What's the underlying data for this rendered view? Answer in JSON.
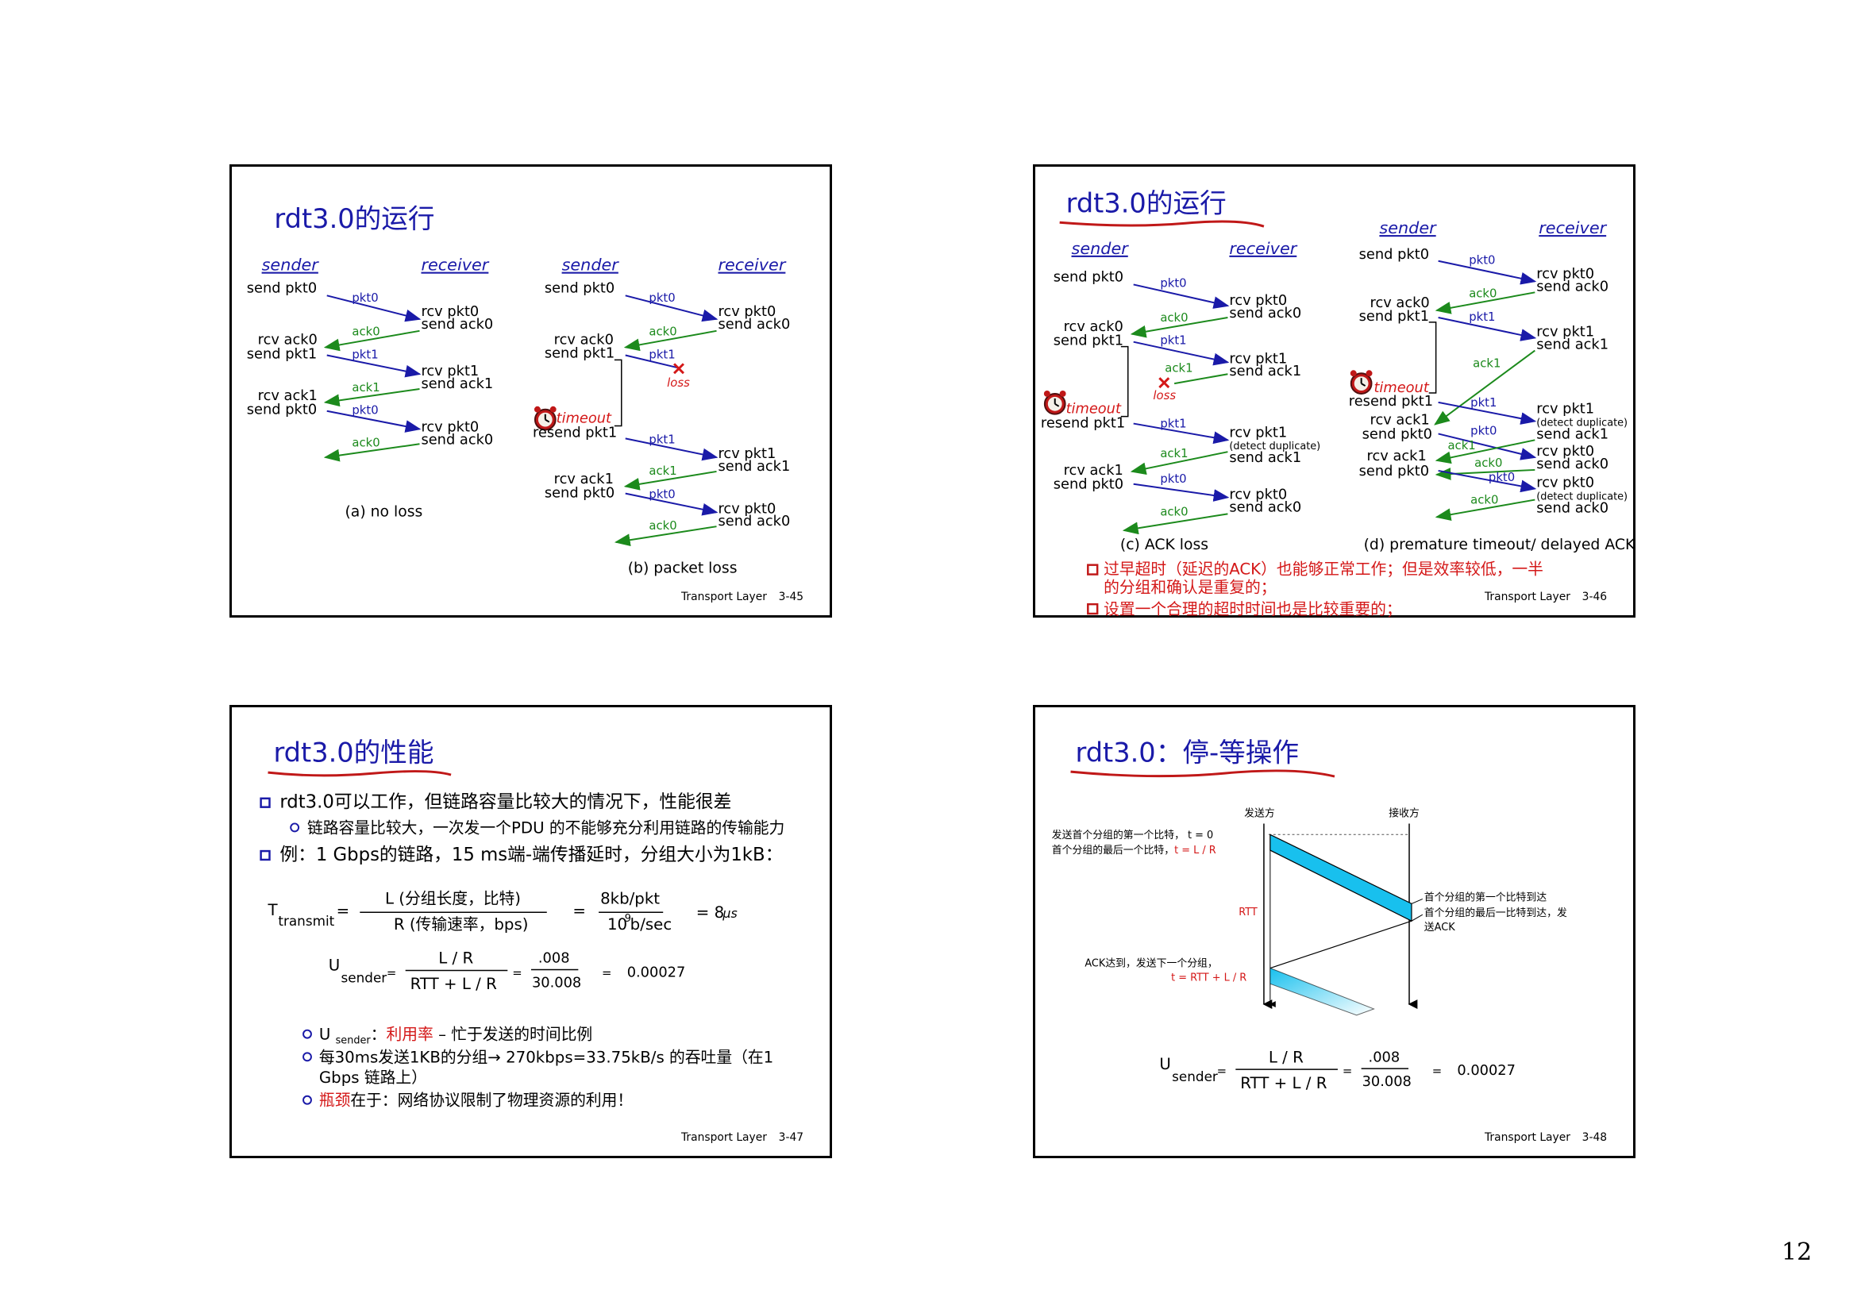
{
  "page_number": "12",
  "colors": {
    "title": "#1a1aa8",
    "pkt": "#1a1aa8",
    "ack": "#1c8a1c",
    "red": "#d41818",
    "band": "#18c0ee"
  },
  "icons": [
    "alarm-clock-icon",
    "loss-x-icon",
    "checkbox-bullet-icon",
    "circle-bullet-icon"
  ],
  "s45": {
    "title": "rdt3.0的运行",
    "footer_name": "Transport Layer",
    "footer_num": "3-45",
    "sender": "sender",
    "receiver": "receiver",
    "a": {
      "caption": "(a) no loss",
      "left": [
        "send pkt0",
        "rcv ack0",
        "send pkt1",
        "rcv ack1",
        "send pkt0"
      ],
      "right": [
        "rcv pkt0",
        "send ack0",
        "rcv pkt1",
        "send ack1",
        "rcv pkt0",
        "send ack0"
      ],
      "msgs": [
        "pkt0",
        "ack0",
        "pkt1",
        "ack1",
        "pkt0",
        "ack0"
      ]
    },
    "b": {
      "caption": "(b) packet loss",
      "left": [
        "send pkt0",
        "rcv ack0",
        "send pkt1",
        "timeout",
        "resend pkt1",
        "rcv ack1",
        "send pkt0"
      ],
      "right": [
        "rcv pkt0",
        "send ack0",
        "rcv pkt1",
        "send ack1",
        "rcv pkt0",
        "send ack0"
      ],
      "msgs": [
        "pkt0",
        "ack0",
        "pkt1",
        "loss",
        "pkt1",
        "ack1",
        "pkt0",
        "ack0"
      ]
    }
  },
  "s46": {
    "title": "rdt3.0的运行",
    "footer_name": "Transport Layer",
    "footer_num": "3-46",
    "sender": "sender",
    "receiver": "receiver",
    "c": {
      "caption": "(c) ACK loss",
      "left": [
        "send pkt0",
        "rcv ack0",
        "send pkt1",
        "timeout",
        "resend pkt1",
        "rcv ack1",
        "send pkt0"
      ],
      "right": [
        "rcv pkt0",
        "send ack0",
        "rcv pkt1",
        "send ack1",
        "rcv pkt1",
        "(detect duplicate)",
        "send ack1",
        "rcv pkt0",
        "send ack0"
      ],
      "msgs": [
        "pkt0",
        "ack0",
        "pkt1",
        "ack1",
        "loss",
        "pkt1",
        "ack1",
        "pkt0",
        "ack0"
      ]
    },
    "d": {
      "caption": "(d) premature timeout/ delayed ACK",
      "left": [
        "send pkt0",
        "rcv ack0",
        "send pkt1",
        "timeout",
        "resend pkt1",
        "rcv ack1",
        "send pkt0",
        "rcv ack1",
        "send pkt0"
      ],
      "right": [
        "rcv pkt0",
        "send ack0",
        "rcv pkt1",
        "send ack1",
        "rcv pkt1",
        "(detect duplicate)",
        "send ack1",
        "rcv pkt0",
        "send ack0",
        "rcv pkt0",
        "(detect duplicate)",
        "send ack0"
      ],
      "msgs": [
        "pkt0",
        "ack0",
        "pkt1",
        "ack1",
        "pkt1",
        "pkt0",
        "ack1",
        "ack0",
        "pkt0",
        "ack0"
      ]
    },
    "notes": [
      "过早超时（延迟的ACK）也能够正常工作；但是效率较低，一半",
      "的分组和确认是重复的；",
      "设置一个合理的超时时间也是比较重要的；"
    ]
  },
  "s47": {
    "title": "rdt3.0的性能",
    "footer_name": "Transport Layer",
    "footer_num": "3-47",
    "bullet1": "rdt3.0可以工作，但链路容量比较大的情况下，性能很差",
    "bullet1_sub": "链路容量比较大，一次发一个PDU 的不能够充分利用链路的传输能力",
    "bullet2": "例：1 Gbps的链路，15 ms端-端传播延时，分组大小为1kB：",
    "formula1": {
      "lhs": "T",
      "lhs_sub": "transmit",
      "num": "L (分组长度，比特)",
      "den": "R (传输速率，bps)",
      "num2": "8kb/pkt",
      "den2": "10",
      "den2_exp": "9",
      "den2_unit": " b/sec",
      "result": "= 8",
      "result_unit": "μs"
    },
    "formula2": {
      "lhs": "U",
      "lhs_sub": "sender",
      "num": "L / R",
      "den": "RTT + L / R",
      "num2": ".008",
      "den2": "30.008",
      "result": "0.00027"
    },
    "sub1_pre": "U ",
    "sub1_sub": "sender",
    "sub1_colon": "：",
    "sub1_red": "利用率",
    "sub1_rest": " – 忙于发送的时间比例",
    "sub2_l1": "每30ms发送1KB的分组→ 270kbps=33.75kB/s 的吞吐量（在1",
    "sub2_l2": "Gbps 链路上）",
    "sub3_red": "瓶颈",
    "sub3_rest": "在于：网络协议限制了物理资源的利用！"
  },
  "s48": {
    "title": "rdt3.0：停-等操作",
    "footer_name": "Transport Layer",
    "footer_num": "3-48",
    "sender_label": "发送方",
    "receiver_label": "接收方",
    "l1": "发送首个分组的第一个比特，  t = 0",
    "l2_pre": "首个分组的最后一个比特，",
    "l2_red": "t = L / R",
    "rtt": "RTT",
    "ack_line": "ACK达到，发送下一个分组，",
    "ack_red": "t = RTT + L / R",
    "r1": "首个分组的第一个比特到达",
    "r2": "首个分组的最后一比特到达，发",
    "r3": "送ACK",
    "formula": {
      "lhs": "U",
      "lhs_sub": "sender",
      "num": "L / R",
      "den": "RTT + L / R",
      "num2": ".008",
      "den2": "30.008",
      "result": "0.00027"
    }
  }
}
